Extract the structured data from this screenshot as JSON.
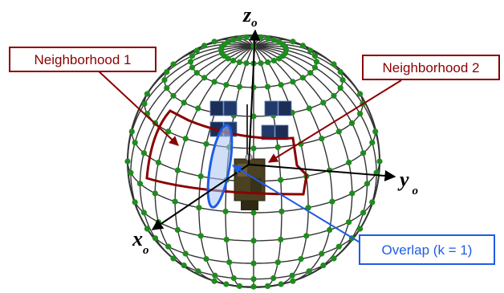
{
  "labels": {
    "neighborhood_1": "Neighborhood 1",
    "neighborhood_2": "Neighborhood 2",
    "overlap": "Overlap (k = 1)"
  },
  "axes": {
    "z": {
      "letter": "z",
      "subscript": "o"
    },
    "y": {
      "letter": "y",
      "subscript": "o"
    },
    "x": {
      "letter": "x",
      "subscript": "o"
    }
  },
  "colors": {
    "neighborhood": "#8b0000",
    "overlap": "#1e5ce6",
    "sample_points": "#1e8c1e",
    "sphere_grid": "#333333",
    "axes": "#000000"
  },
  "icons": {
    "satellite": "satellite-icon"
  }
}
